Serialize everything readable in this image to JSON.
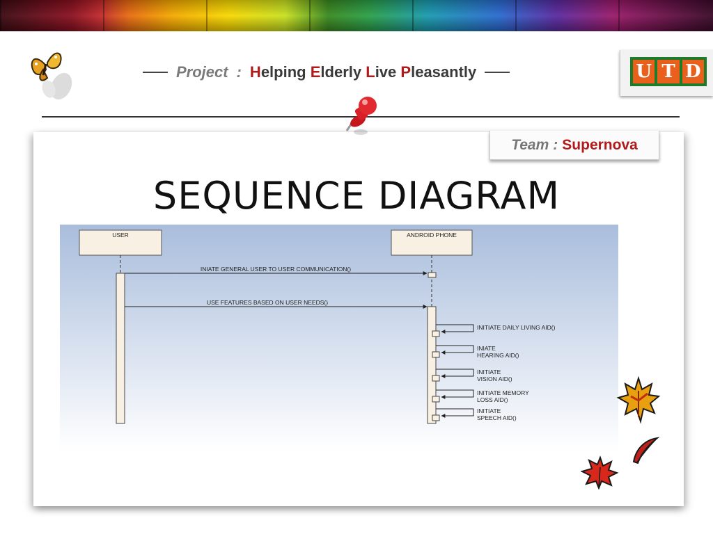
{
  "header": {
    "project_label": "Project",
    "separator": ":",
    "title_words": [
      {
        "initial": "H",
        "rest": "elping"
      },
      {
        "initial": "E",
        "rest": "lderly"
      },
      {
        "initial": "L",
        "rest": "ive"
      },
      {
        "initial": "P",
        "rest": "leasantly"
      }
    ]
  },
  "logo": {
    "letters": [
      "U",
      "T",
      "D"
    ]
  },
  "team": {
    "label": "Team",
    "separator": ":",
    "name": "Supernova"
  },
  "slide": {
    "title": "SEQUENCE DIAGRAM"
  },
  "diagram": {
    "lifelines": [
      {
        "name": "USER"
      },
      {
        "name": "ANDROID PHONE"
      }
    ],
    "messages": [
      {
        "label": "INIATE GENERAL USER TO USER COMMUNICATION()",
        "from": "USER",
        "to": "ANDROID PHONE"
      },
      {
        "label": "USE FEATURES BASED ON USER NEEDS()",
        "from": "USER",
        "to": "ANDROID PHONE"
      }
    ],
    "self_calls": [
      {
        "lines": [
          "INITIATE DAILY LIVING AID()"
        ]
      },
      {
        "lines": [
          "INIATE",
          "HEARING AID()"
        ]
      },
      {
        "lines": [
          "INITIATE",
          "VISION AID()"
        ]
      },
      {
        "lines": [
          "INITIATE MEMORY",
          "LOSS AID()"
        ]
      },
      {
        "lines": [
          "INITIATE",
          "SPEECH AID()"
        ]
      }
    ],
    "colors": {
      "bg_top": "#a9bddc",
      "bg_bottom": "#ffffff",
      "box_fill": "#f8f0e2",
      "line": "#333333"
    }
  }
}
